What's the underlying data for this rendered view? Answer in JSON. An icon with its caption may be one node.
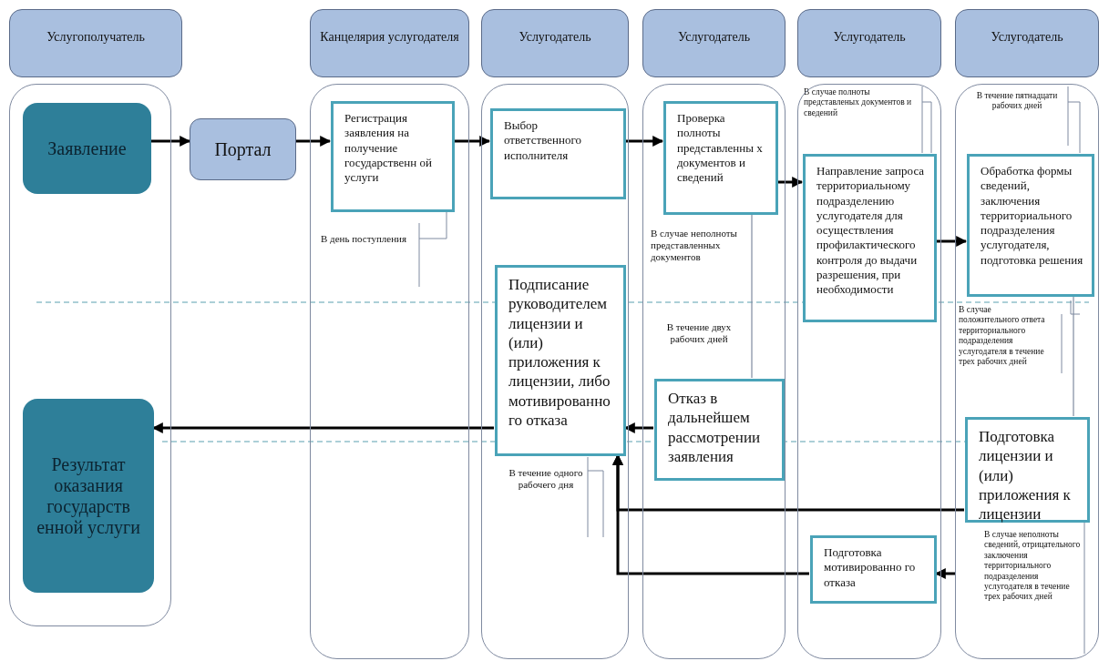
{
  "diagram": {
    "nodes": [
      {
        "text": [
          "Услугополучатель"
        ]
      },
      {
        "text": [
          "Канцелярия услугодателя"
        ]
      },
      {
        "text": [
          "Услугодатель"
        ]
      },
      {
        "text": [
          "Услугодатель"
        ]
      },
      {
        "text": [
          "Услугодатель"
        ]
      },
      {
        "text": [
          "Услугодатель"
        ]
      },
      {
        "text": [],
        "shape": "box"
      },
      {
        "text": [
          "Заявление"
        ],
        "in": 6
      },
      {
        "text": [
          "Результат оказания государств енной услуги"
        ],
        "in": 6
      },
      {
        "text": [
          "Портал"
        ]
      },
      {
        "text": [],
        "shape": "box"
      },
      {
        "text": [
          "Регистрация заявления на получение государственн ой услуги"
        ],
        "in": 10,
        "beside": [
          "В день поступления"
        ]
      },
      {
        "text": [],
        "shape": "box"
      },
      {
        "text": [
          "Выбор ответственного исполнителя"
        ],
        "in": 12
      },
      {
        "text": [
          "Подписание руководителем лицензии и (или) приложения к лицензии, либо мотивированно го отказа"
        ],
        "in": 12,
        "beside": [
          "В течение одного рабочего дня"
        ]
      },
      {
        "text": [],
        "shape": "box"
      },
      {
        "text": [
          "Проверка полноты представленны х документов и сведений"
        ],
        "in": 15
      },
      {
        "text": [
          "Отказ в дальнейшем рассмотрении заявления"
        ],
        "in": 15,
        "beside": [
          "В течение двух рабочих дней"
        ]
      },
      {
        "text": [],
        "shape": "box"
      },
      {
        "text": [
          "Направление запроса территориальному подразделению услугодателя для осуществления профилактического контроля до выдачи разрешения, при необходимости"
        ],
        "in": 18
      },
      {
        "text": [
          "Подготовка мотивированно го отказа"
        ],
        "in": 18
      },
      {
        "text": [],
        "shape": "box"
      },
      {
        "text": [
          "Обработка формы сведений, заключения территориального подразделения услугодателя, подготовка решения"
        ],
        "in": 21
      },
      {
        "text": [
          "Подготовка лицензии и (или) приложения к лицензии"
        ],
        "in": 21
      }
    ],
    "labels": [
      "В случае полноты представленых документов и сведений",
      "В течение пятнадцати рабочих дней",
      "В случае неполноты представленных документов",
      "В случае положительного ответа территориального подразделения услугодателя в течение трех рабочих дней",
      "В случае неполноты сведений, отрицательного заключения территориального подразделения услугодателя в течение трех рабочих дней"
    ],
    "edges": [
      {
        "from": 7,
        "to": 9,
        "arrow": "to"
      },
      {
        "from": 9,
        "to": 11,
        "arrow": "to"
      },
      {
        "from": 11,
        "to": 13,
        "arrow": "to"
      },
      {
        "from": 13,
        "to": 16,
        "arrow": "to"
      },
      {
        "from": 16,
        "to": 19,
        "arrow": "to"
      },
      {
        "from": 19,
        "to": 22,
        "arrow": "to"
      },
      {
        "from": 16,
        "to": 17,
        "arrow": "none",
        "color": "#7f8aa0"
      },
      {
        "from": 22,
        "to": 23,
        "arrow": "none",
        "color": "#7f8aa0"
      },
      {
        "from": 17,
        "to": 14,
        "arrow": "to"
      },
      {
        "from": 14,
        "to": 8,
        "arrow": "to"
      },
      {
        "from": 23,
        "to": 14,
        "arrow": "to"
      },
      {
        "from": 20,
        "to": 14,
        "arrow": "to"
      },
      {
        "from": 21,
        "to": 20,
        "arrow": "to"
      }
    ]
  }
}
